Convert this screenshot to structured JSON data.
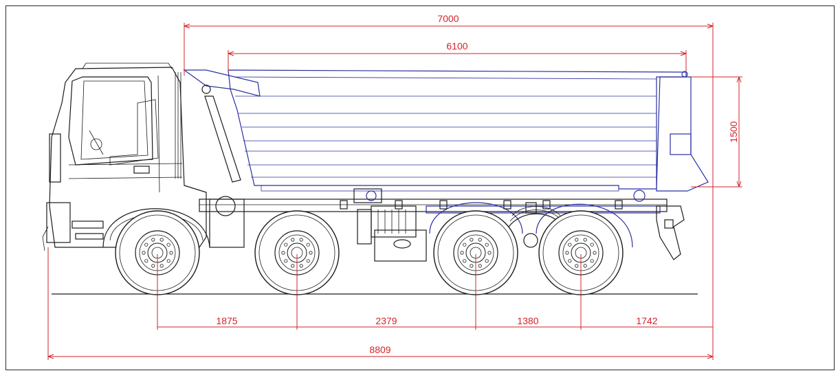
{
  "drawing": {
    "title": "",
    "colors": {
      "dimension": "#d2232a",
      "body": "#2a2fa0",
      "chassis": "#1a1a1a",
      "frame": "#2a2a2a"
    }
  },
  "dimensions": {
    "body_overall": "7000",
    "body_inner": "6100",
    "body_height": "1500",
    "wheelbase_1": "1875",
    "wheelbase_2": "2379",
    "wheelbase_3": "1380",
    "rear_overhang": "1742",
    "overall_length": "8809"
  }
}
